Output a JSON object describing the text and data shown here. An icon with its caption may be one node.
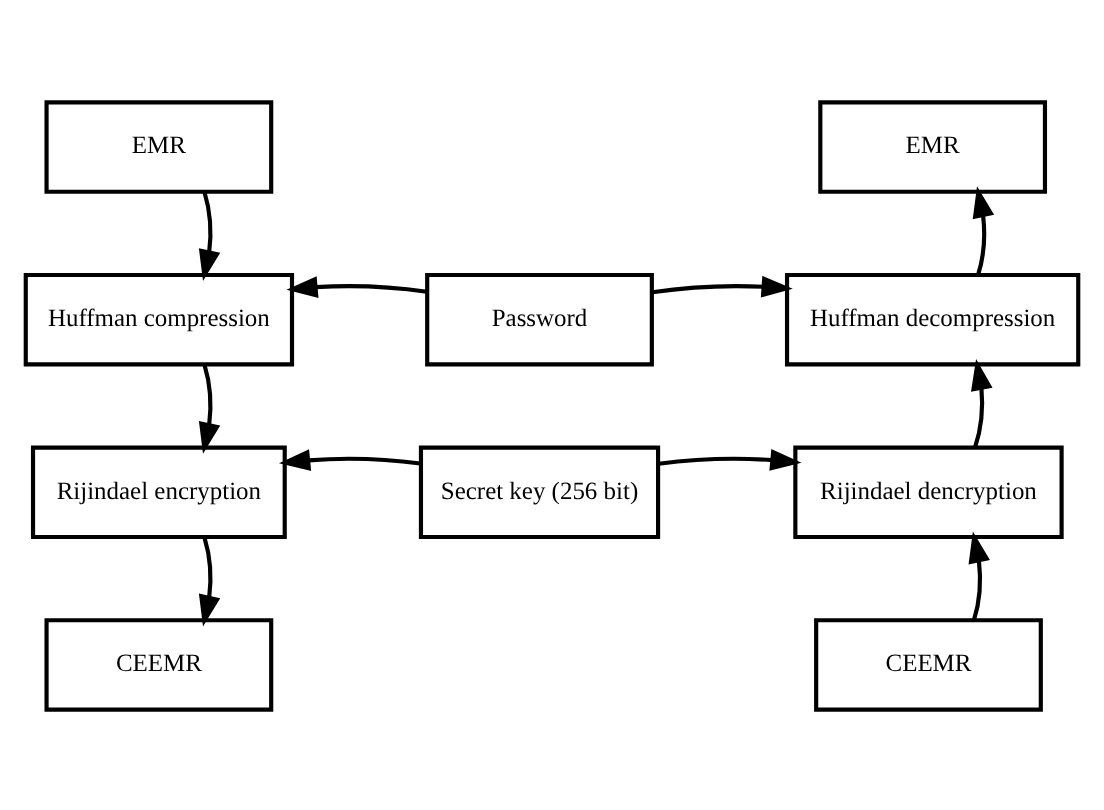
{
  "diagram": {
    "nodes": [
      {
        "text": [
          "EMR"
        ]
      },
      {
        "text": [
          "EMR"
        ]
      },
      {
        "text": [
          "Huffman compression"
        ]
      },
      {
        "text": [
          "Password"
        ]
      },
      {
        "text": [
          "Huffman decompression"
        ]
      },
      {
        "text": [
          "Rijindael encryption"
        ]
      },
      {
        "text": [
          "Secret key (256 bit)"
        ]
      },
      {
        "text": [
          "Rijindael dencryption"
        ]
      },
      {
        "text": [
          "CEEMR"
        ]
      },
      {
        "text": [
          "CEEMR"
        ]
      }
    ],
    "edges": [
      {
        "from": 0,
        "to": 2,
        "arrow": "to"
      },
      {
        "from": 2,
        "to": 5,
        "arrow": "to"
      },
      {
        "from": 5,
        "to": 8,
        "arrow": "to"
      },
      {
        "from": 3,
        "to": 2,
        "arrow": "to"
      },
      {
        "from": 3,
        "to": 4,
        "arrow": "to"
      },
      {
        "from": 6,
        "to": 5,
        "arrow": "to"
      },
      {
        "from": 6,
        "to": 7,
        "arrow": "to"
      },
      {
        "from": 9,
        "to": 7,
        "arrow": "to"
      },
      {
        "from": 7,
        "to": 4,
        "arrow": "to"
      },
      {
        "from": 4,
        "to": 1,
        "arrow": "to"
      }
    ]
  }
}
